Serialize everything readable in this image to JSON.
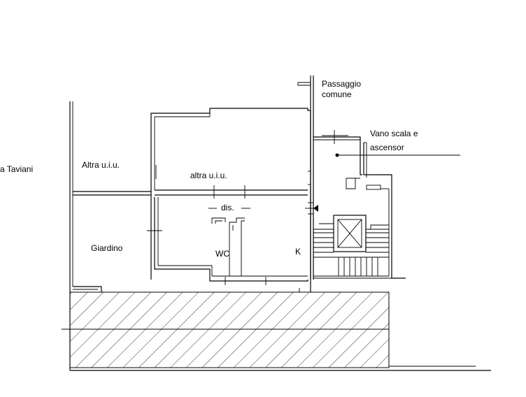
{
  "plan": {
    "labels": {
      "passaggio_line1": "Passaggio",
      "passaggio_line2": "comune",
      "vano_line1": "Vano scala e",
      "vano_line2": "ascensor",
      "street": "a Taviani",
      "altra_uiu_left": "Altra u.i.u.",
      "altra_uiu_center": "altra u.i.u.",
      "dis": "dis.",
      "giardino": "Giardino",
      "wc": "WC",
      "k": "K"
    }
  }
}
